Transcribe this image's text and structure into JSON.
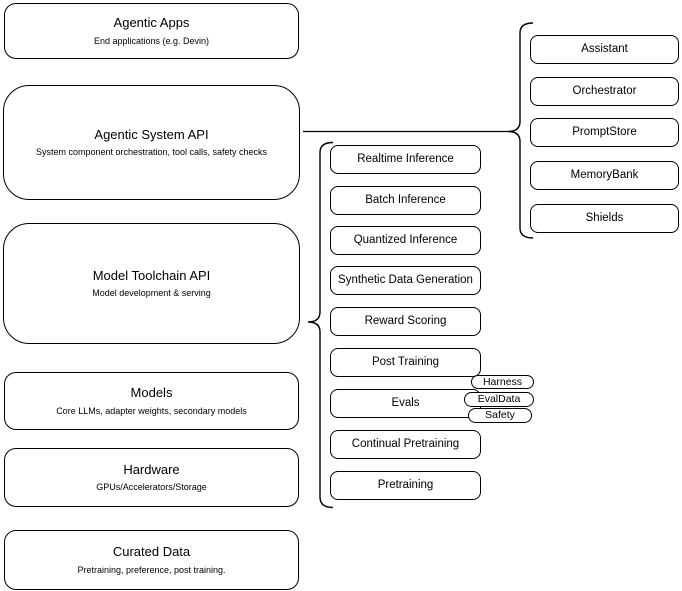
{
  "left_stack": [
    {
      "title": "Agentic Apps",
      "subtitle": "End applications (e.g. Devin)"
    },
    {
      "title": "Agentic System API",
      "subtitle": "System component orchestration, tool calls, safety checks"
    },
    {
      "title": "Model Toolchain API",
      "subtitle": "Model development & serving"
    },
    {
      "title": "Models",
      "subtitle": "Core LLMs, adapter weights, secondary models"
    },
    {
      "title": "Hardware",
      "subtitle": "GPUs/Accelerators/Storage"
    },
    {
      "title": "Curated Data",
      "subtitle": "Pretraining, preference, post training."
    }
  ],
  "toolchain": {
    "items": [
      "Realtime Inference",
      "Batch Inference",
      "Quantized Inference",
      "Synthetic Data Generation",
      "Reward Scoring",
      "Post Training",
      "Evals",
      "Continual Pretraining",
      "Pretraining"
    ]
  },
  "eval_tags": [
    "Harness",
    "EvalData",
    "Safety"
  ],
  "system_components": [
    "Assistant",
    "Orchestrator",
    "PromptStore",
    "MemoryBank",
    "Shields"
  ],
  "colors": {
    "stroke": "#000000",
    "fill": "#ffffff",
    "text": "#000000"
  }
}
